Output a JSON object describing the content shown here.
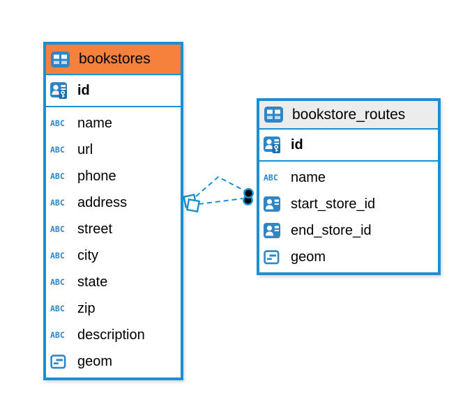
{
  "diagram": {
    "background": "#ffffff",
    "colors": {
      "table_border": "#1a8fd1",
      "bookstores_header_bg": "#f5813c",
      "routes_header_bg": "#ececec",
      "connector_blue": "#1a8fd1",
      "icon_blue": "#2e86c7",
      "text": "#000000"
    },
    "tables": [
      {
        "id": "bookstores",
        "name": "bookstores",
        "header_icon": "table-icon",
        "key_column": {
          "label": "id",
          "icon": "primary-key-icon"
        },
        "columns": [
          {
            "label": "name",
            "icon": "text-icon"
          },
          {
            "label": "url",
            "icon": "text-icon"
          },
          {
            "label": "phone",
            "icon": "text-icon"
          },
          {
            "label": "address",
            "icon": "text-icon"
          },
          {
            "label": "street",
            "icon": "text-icon"
          },
          {
            "label": "city",
            "icon": "text-icon"
          },
          {
            "label": "state",
            "icon": "text-icon"
          },
          {
            "label": "zip",
            "icon": "text-icon"
          },
          {
            "label": "description",
            "icon": "text-icon"
          },
          {
            "label": "geom",
            "icon": "geometry-icon"
          }
        ]
      },
      {
        "id": "bookstore_routes",
        "name": "bookstore_routes",
        "header_icon": "table-icon",
        "key_column": {
          "label": "id",
          "icon": "primary-key-icon"
        },
        "columns": [
          {
            "label": "name",
            "icon": "text-icon"
          },
          {
            "label": "start_store_id",
            "icon": "foreign-key-icon"
          },
          {
            "label": "end_store_id",
            "icon": "foreign-key-icon"
          },
          {
            "label": "geom",
            "icon": "geometry-icon"
          }
        ]
      }
    ],
    "relationships": [
      {
        "from": "bookstores",
        "to": "bookstore_routes",
        "line_style": "dashed",
        "from_marker": "diamond",
        "to_marker": "filled-circle"
      },
      {
        "from": "bookstores",
        "to": "bookstore_routes",
        "line_style": "dashed",
        "from_marker": "diamond",
        "to_marker": "filled-circle"
      }
    ]
  }
}
